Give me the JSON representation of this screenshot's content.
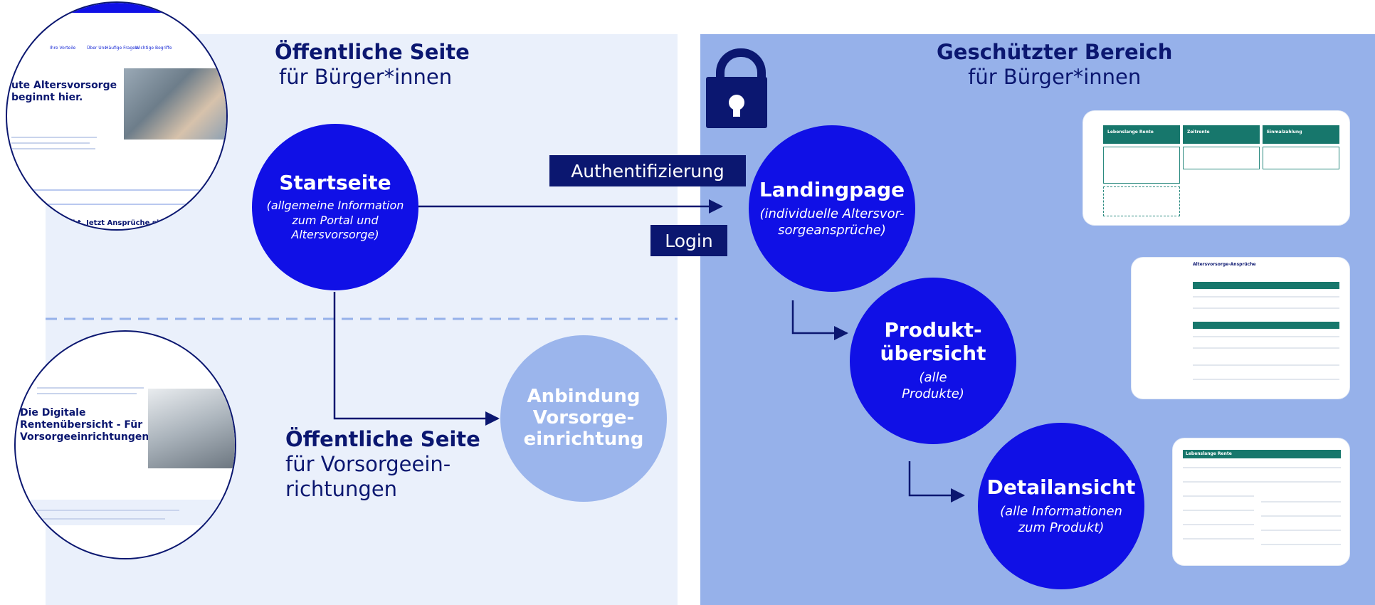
{
  "headings": {
    "public_citizens": {
      "bold": "Öffentliche Seite",
      "light": "für Bürger*innen"
    },
    "protected": {
      "bold": "Geschützter Bereich",
      "light": "für Bürger*innen"
    },
    "public_providers": {
      "bold": "Öffentliche Seite",
      "light1": "für Vorsorgeein-",
      "light2": "richtungen"
    }
  },
  "nodes": {
    "startseite": {
      "title": "Startseite",
      "sub1": "(allgemeine Information",
      "sub2": "zum Portal und",
      "sub3": "Altersvorsorge)"
    },
    "anbindung": {
      "line1": "Anbindung",
      "line2": "Vorsorge-",
      "line3": "einrichtung"
    },
    "landingpage": {
      "title": "Landingpage",
      "sub1": "(individuelle Altersvor-",
      "sub2": "sorgeansprüche)"
    },
    "produkt": {
      "title1": "Produkt-",
      "title2": "übersicht",
      "sub1": "(alle",
      "sub2": "Produkte)"
    },
    "detail": {
      "title": "Detailansicht",
      "sub1": "(alle Informationen",
      "sub2": "zum Produkt)"
    }
  },
  "tags": {
    "auth": "Authentifizierung",
    "login": "Login"
  },
  "preview_top": {
    "nav": [
      "Ihre Vorteile",
      "Über Uns",
      "Häufige Fragen",
      "Wichtige Begriffe"
    ],
    "hero_line1": "ute Altersvorsorge",
    "hero_line2": "beginnt hier.",
    "footer": "ht. Jetzt Ansprüche sich"
  },
  "preview_bottom": {
    "hero_line1": "Die Digitale",
    "hero_line2": "Rentenübersicht - Für",
    "hero_line3": "Vorsorgeeinrichtungen"
  },
  "preview_cards": {
    "landing": [
      "Lebenslange Rente",
      "Zeitrente",
      "Einmalzahlung"
    ],
    "overview": "Altersvorsorge-Ansprüche",
    "detail": "Lebenslange Rente"
  },
  "colors": {
    "primary": "#1010e6",
    "navy": "#0b1770",
    "pale_blue": "#9bb5ec",
    "protected_bg": "#96b1ea",
    "public_bg": "#eaf0fb",
    "teal": "#17776c"
  }
}
